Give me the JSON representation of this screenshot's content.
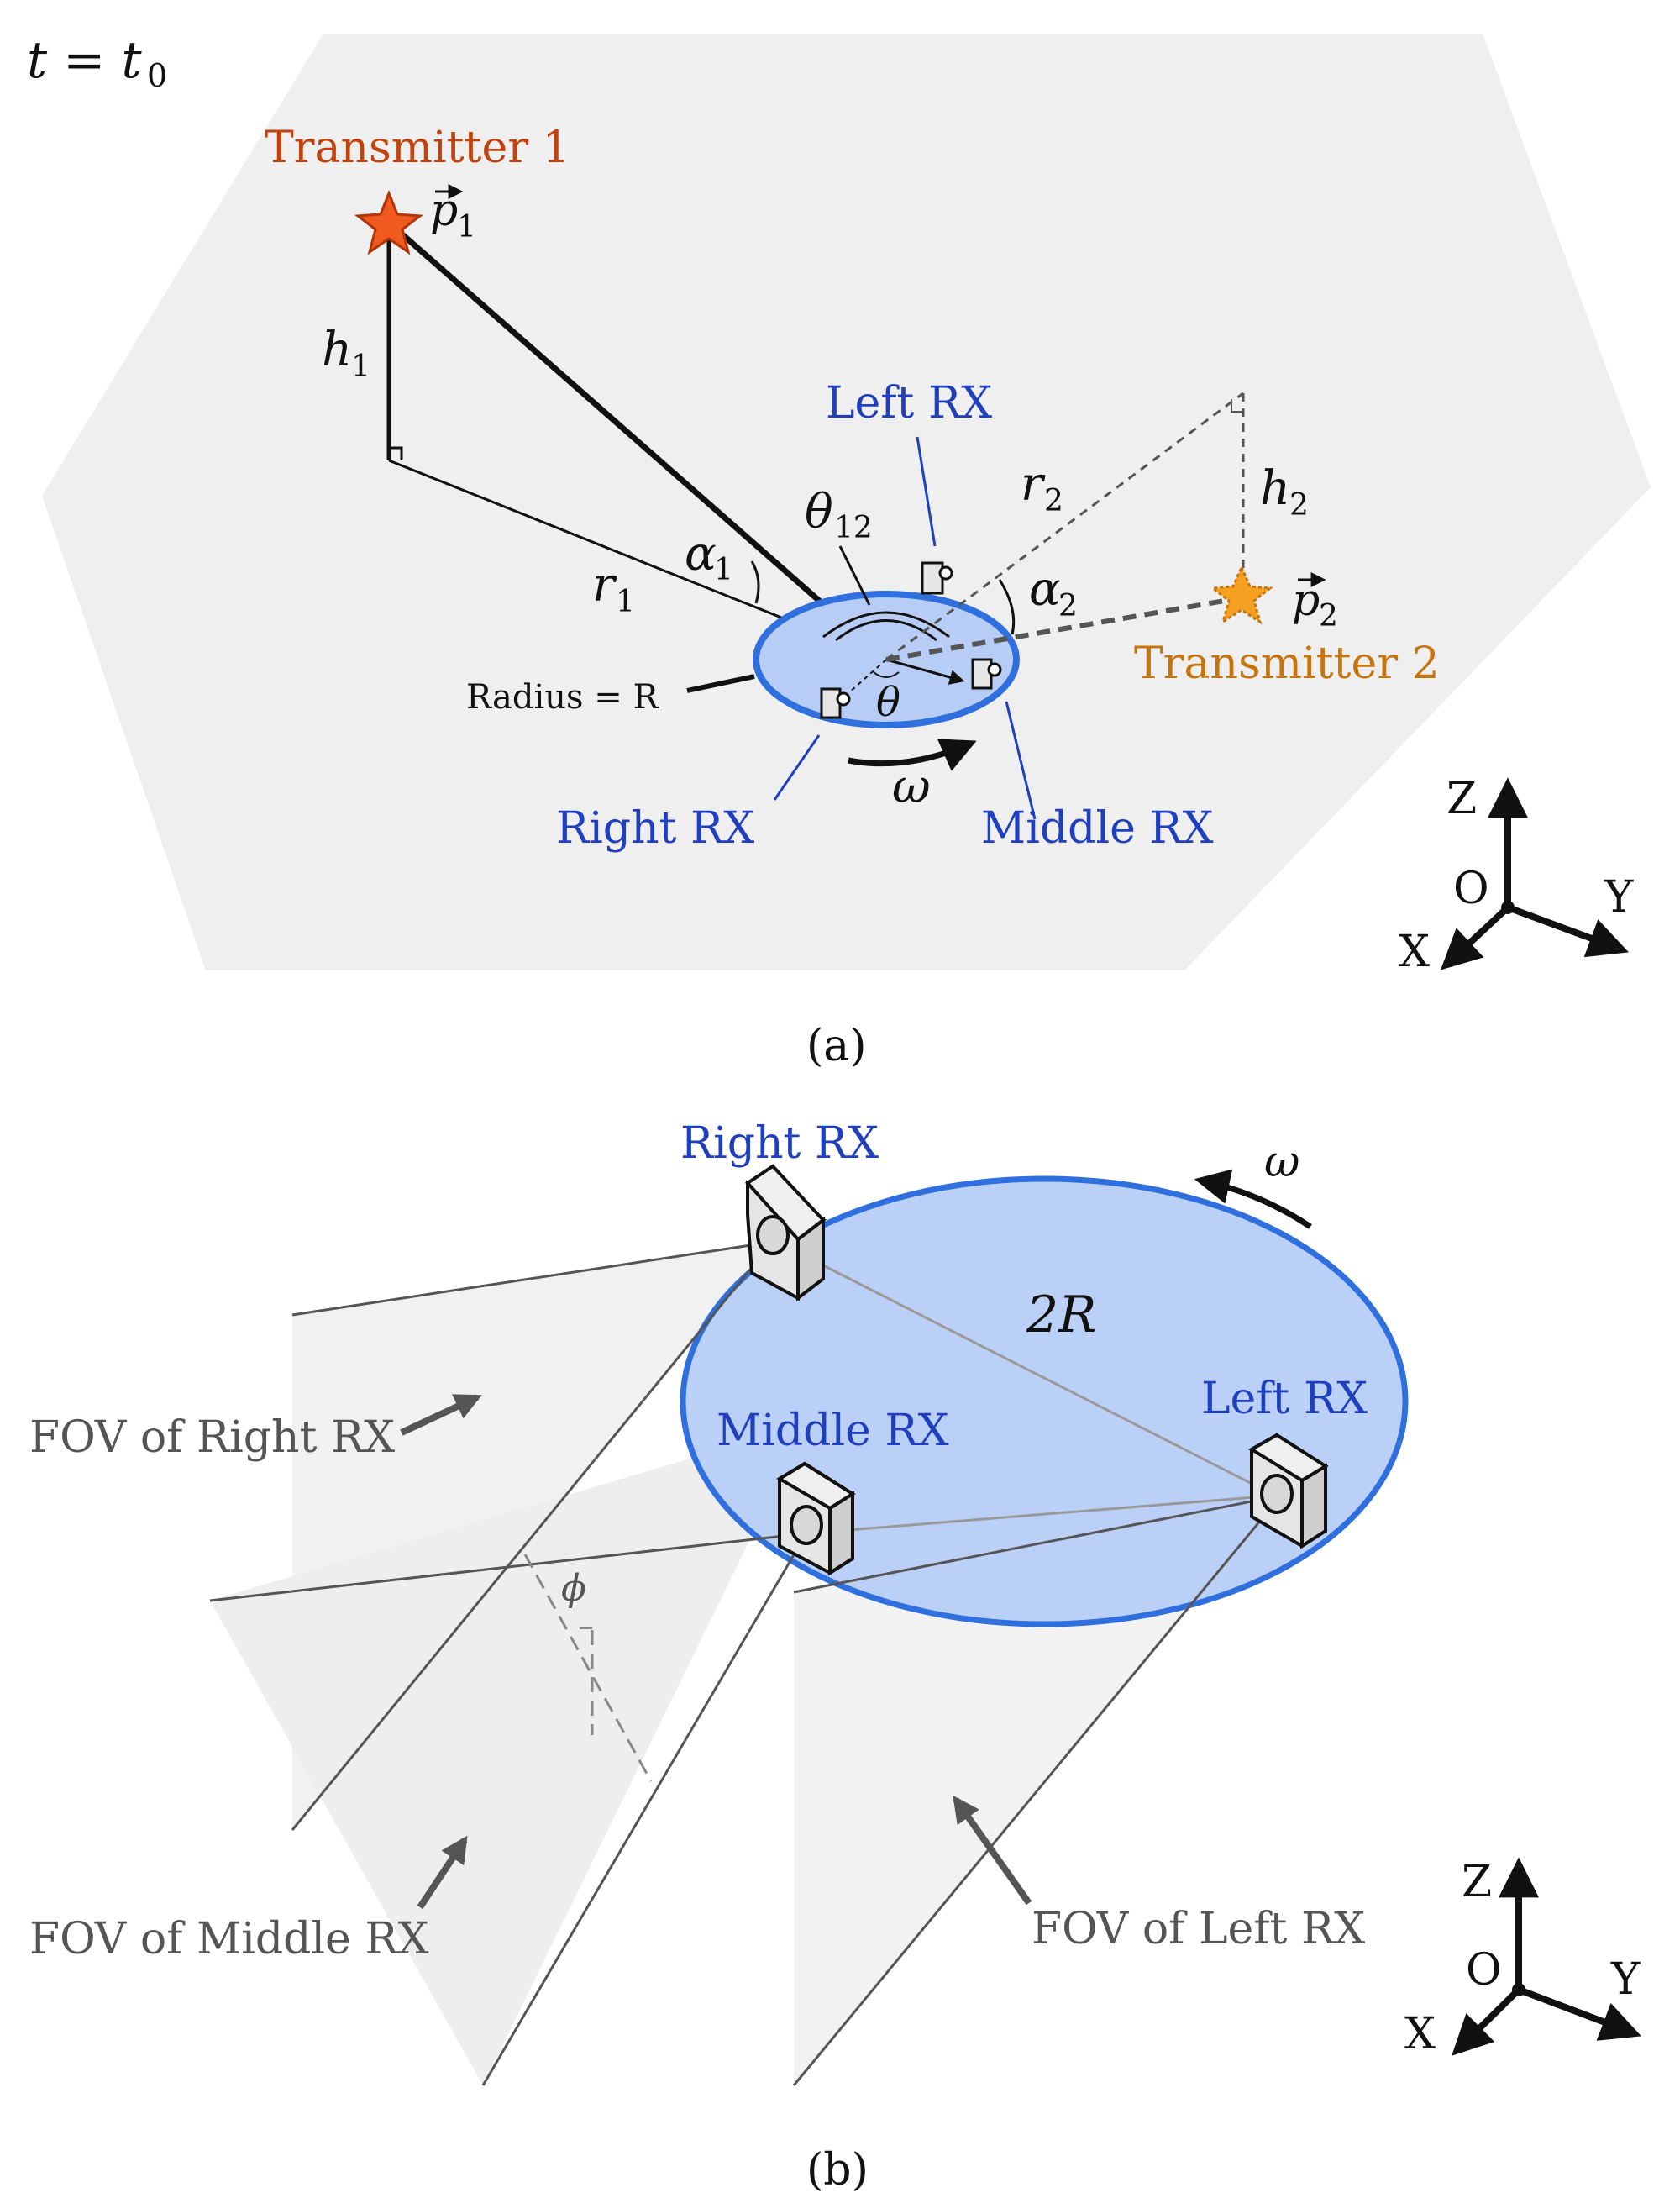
{
  "panel_a": {
    "time_label": "t = t",
    "time_sub": "0",
    "caption": "(a)",
    "tx1_label": "Transmitter 1",
    "tx2_label": "Transmitter 2",
    "p1_symbol": "p",
    "p1_sub": "1",
    "p2_symbol": "p",
    "p2_sub": "2",
    "h1_symbol": "h",
    "h1_sub": "1",
    "h2_symbol": "h",
    "h2_sub": "2",
    "r1_symbol": "r",
    "r1_sub": "1",
    "r2_symbol": "r",
    "r2_sub": "2",
    "alpha1_symbol": "α",
    "alpha1_sub": "1",
    "alpha2_symbol": "α",
    "alpha2_sub": "2",
    "theta12_symbol": "θ",
    "theta12_sub": "12",
    "theta_symbol": "θ",
    "omega_symbol": "ω",
    "radius_label": "Radius = R",
    "left_rx": "Left RX",
    "right_rx": "Right RX",
    "middle_rx": "Middle RX",
    "axes": {
      "z": "Z",
      "y": "Y",
      "x": "X",
      "origin": "O"
    }
  },
  "panel_b": {
    "caption": "(b)",
    "right_rx": "Right RX",
    "middle_rx": "Middle RX",
    "left_rx": "Left RX",
    "diameter_label": "2R",
    "omega_symbol": "ω",
    "phi_symbol": "ϕ",
    "fov_right": "FOV of Right RX",
    "fov_middle": "FOV of Middle RX",
    "fov_left": "FOV of Left RX",
    "axes": {
      "z": "Z",
      "y": "Y",
      "x": "X",
      "origin": "O"
    }
  },
  "colors": {
    "plane": "#efefef",
    "disk_fill": "#b7cdf5",
    "disk_stroke": "#2f6fde",
    "label_blue": "#1f3fbf",
    "tx1_orange": "#c0420f",
    "tx2_orange": "#c7740d",
    "star1": "#f05a1e",
    "star2": "#f5a020",
    "fov_gray": "#555555"
  }
}
